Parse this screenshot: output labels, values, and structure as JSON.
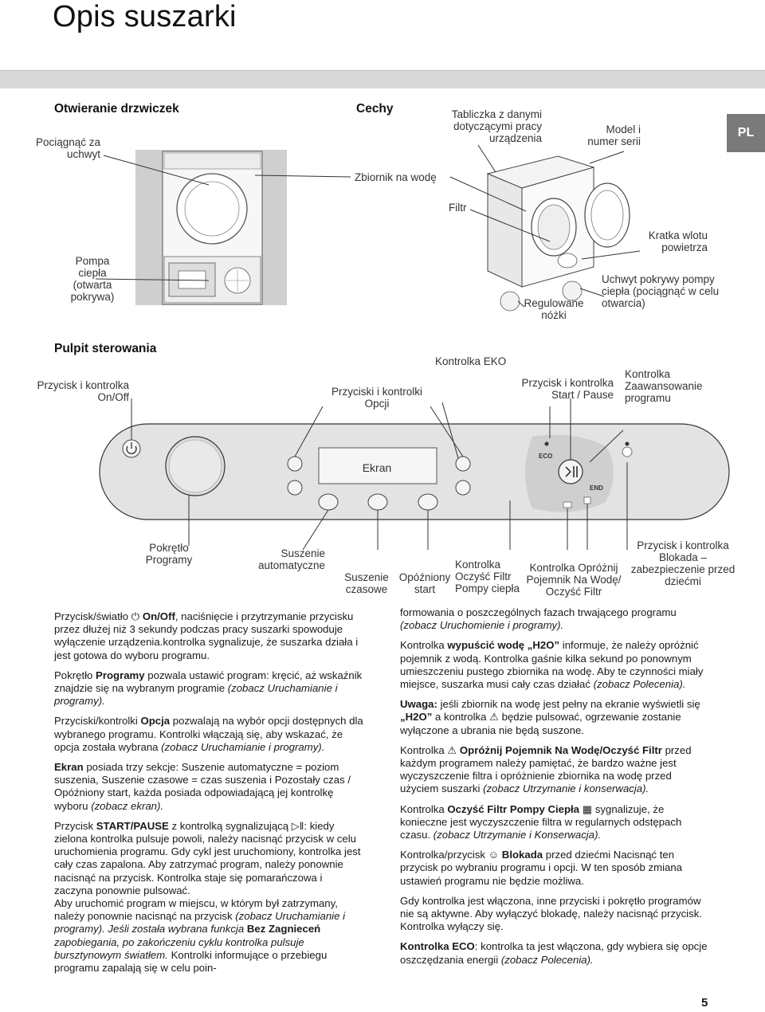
{
  "page": {
    "title": "Opis suszarki",
    "lang_badge": "PL",
    "page_number": "5"
  },
  "doors": {
    "heading": "Otwieranie drzwiczek",
    "pull_handle": "Pociągnąć za uchwyt",
    "heat_pump": "Pompa ciepła (otwarta pokrywa)"
  },
  "features": {
    "heading": "Cechy",
    "data_plate": "Tabliczka z danymi dotyczącymi pracy urządzenia",
    "model_serial": "Model i numer serii",
    "water_tank": "Zbiornik na wodę",
    "filter": "Filtr",
    "air_inlet": "Kratka wlotu powietrza",
    "feet": "Regulowane nóżki",
    "pump_cover_handle": "Uchwyt pokrywy pompy ciepła (pociągnąć w celu otwarcia)"
  },
  "control_panel": {
    "heading": "Pulpit sterowania",
    "on_off": "Przycisk i kontrolka On/Off",
    "options": "Przyciski i kontrolki Opcji",
    "eco": "Kontrolka EKO",
    "start_pause": "Przycisk i kontrolka Start / Pause",
    "advanced": "Kontrolka Zaawansowanie programu",
    "screen": "Ekran",
    "eco_badge": "ECO",
    "end_badge": "END",
    "knob": "Pokrętło Programy",
    "auto_dry": "Suszenie automatyczne",
    "timed_dry": "Suszenie czasowe",
    "delay_start": "Opóźniony start",
    "clean_pump_filter": "Kontrolka Oczyść Filtr Pompy ciepła",
    "empty_tank": "Kontrolka Opróżnij Pojemnik Na Wodę/ Oczyść Filtr",
    "child_lock": "Przycisk i kontrolka Blokada – zabezpieczenie przed dziećmi"
  },
  "left_column": [
    "Przycisk/światło ⏻ <b>On/Off</b>, naciśnięcie i przytrzymanie przycisku przez dłużej niż 3 sekundy podczas pracy suszarki spowoduje wyłączenie urządzenia.kontrolka sygnalizuje, że suszarka działa i jest gotowa do wyboru programu.",
    "Pokrętło <b>Programy</b> pozwala ustawić program: kręcić, aż wskaźnik znajdzie się na wybranym programie <i>(zobacz Uruchamianie i programy).</i>",
    "Przyciski/kontrolki <b>Opcja</b> pozwalają na wybór opcji dostępnych dla wybranego programu. Kontrolki włączają się, aby wskazać, że opcja została wybrana <i>(zobacz Uruchamianie i programy).</i>",
    "<b>Ekran</b> posiada trzy sekcje: Suszenie automatyczne = poziom suszenia, Suszenie czasowe = czas suszenia i Pozostały czas / Opóźniony start, każda posiada odpowiadającą jej kontrolkę wyboru <i>(zobacz ekran).</i>",
    "Przycisk <b>START/PAUSE</b> z kontrolką sygnalizującą ▷‖: kiedy zielona kontrolka pulsuje powoli, należy nacisnąć przycisk w celu uruchomienia programu. Gdy cykl jest uruchomiony, kontrolka jest cały czas zapalona. Aby zatrzymać program, należy ponownie nacisnąć na przycisk. Kontrolka staje się pomarańczowa i zaczyna ponownie pulsować.<br>Aby uruchomić program w miejscu, w którym był zatrzymany, należy ponownie nacisnąć na przycisk <i>(zobacz Uruchamianie i programy). Jeśli została wybrana funkcja</i> <b>Bez Zagnieceń</b> <i>zapobiegania, po zakończeniu cyklu kontrolka pulsuje bursztynowym światłem.</i> Kontrolki informujące o przebiegu programu zapalają się w celu poin-"
  ],
  "right_column": [
    "formowania o poszczególnych fazach trwającego programu <i>(zobacz Uruchomienie i programy).</i>",
    "Kontrolka <b>wypuścić wodę „H2O”</b> informuje, że należy opróżnić pojemnik z wodą. Kontrolka gaśnie kilka sekund po ponownym umieszczeniu pustego zbiornika na wodę. Aby te czynności miały miejsce, suszarka musi cały czas działać <i>(zobacz Polecenia).</i>",
    "<b>Uwaga:</b> jeśli zbiornik na wodę jest pełny na ekranie wyświetli się <b>„H2O”</b> a kontrolka ⚠ będzie pulsować, ogrzewanie zostanie wyłączone a ubrania nie będą suszone.",
    "Kontrolka ⚠ <b>Opróżnij Pojemnik Na Wodę/Oczyść Filtr</b> przed każdym programem należy pamiętać, że bardzo ważne jest wyczyszczenie filtra i opróżnienie zbiornika na wodę przed użyciem suszarki <i>(zobacz Utrzymanie i konserwacja).</i>",
    "Kontrolka <b>Oczyść Filtr Pompy Ciepła</b> ▦ sygnalizuje, że konieczne jest wyczyszczenie filtra w regularnych odstępach czasu. <i>(zobacz Utrzymanie i Konserwacja).</i>",
    "Kontrolka/przycisk ☺ <b>Blokada</b> przed dziećmi Nacisnąć ten przycisk po wybraniu programu i opcji. W ten sposób zmiana ustawień programu nie będzie możliwa.",
    "Gdy kontrolka jest włączona, inne przyciski i pokrętło programów nie są aktywne. Aby wyłączyć blokadę, należy nacisnąć przycisk. Kontrolka wyłączy się.",
    "<b>Kontrolka ECO</b>: kontrolka ta jest włączona, gdy wybiera się opcje oszczędzania energii <i>(zobacz Polecenia).</i>"
  ]
}
